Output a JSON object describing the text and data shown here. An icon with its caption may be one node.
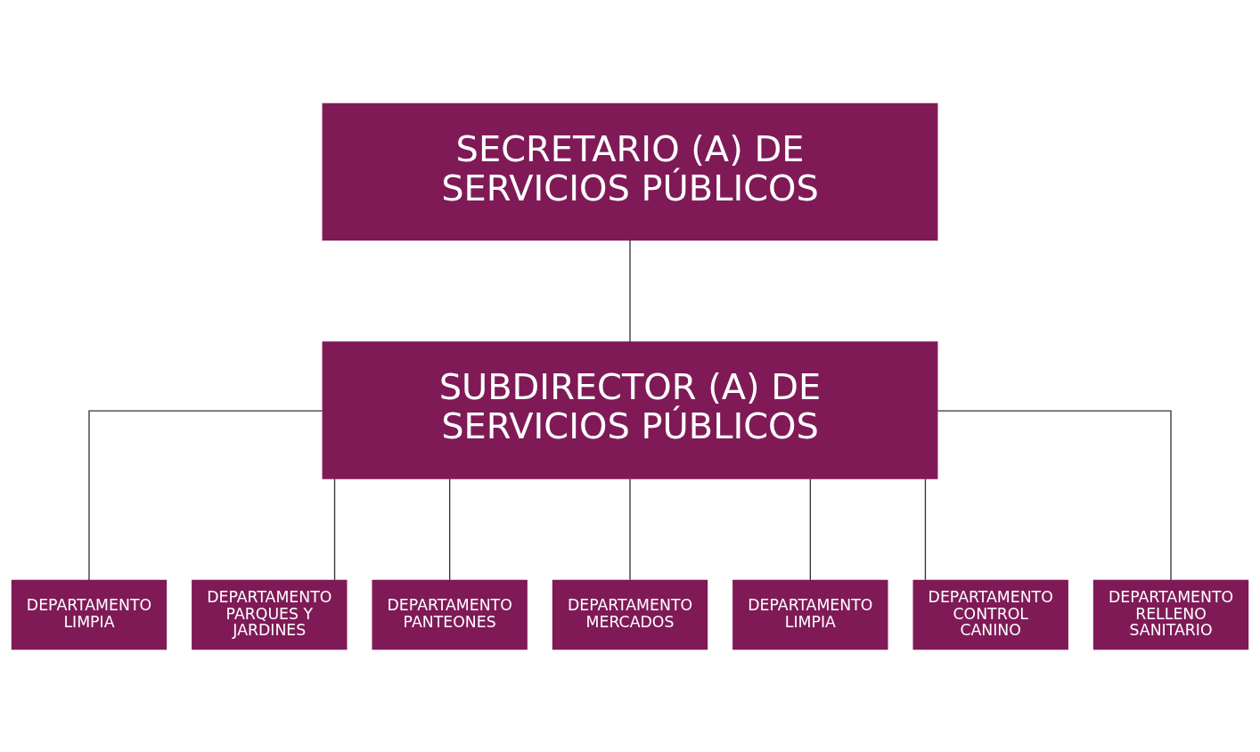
{
  "diagram": {
    "nodes": [
      {
        "text": [
          "SECRETARIO (A) DE SERVICIOS PÚBLICOS"
        ]
      },
      {
        "text": [
          "SUBDIRECTOR (A) DE SERVICIOS PÚBLICOS"
        ]
      },
      {
        "text": [
          "DEPARTAMENTO LIMPIA"
        ]
      },
      {
        "text": [
          "DEPARTAMENTO PARQUES Y JARDINES"
        ]
      },
      {
        "text": [
          "DEPARTAMENTO PANTEONES"
        ]
      },
      {
        "text": [
          "DEPARTAMENTO MERCADOS"
        ]
      },
      {
        "text": [
          "DEPARTAMENTO LIMPIA"
        ]
      },
      {
        "text": [
          "DEPARTAMENTO CONTROL CANINO"
        ]
      },
      {
        "text": [
          "DEPARTAMENTO RELLENO SANITARIO"
        ]
      }
    ],
    "edges": [
      {
        "from": 0,
        "to": 1,
        "arrow": "none"
      },
      {
        "from": 1,
        "to": 2,
        "arrow": "none"
      },
      {
        "from": 1,
        "to": 3,
        "arrow": "none"
      },
      {
        "from": 1,
        "to": 4,
        "arrow": "none"
      },
      {
        "from": 1,
        "to": 5,
        "arrow": "none"
      },
      {
        "from": 1,
        "to": 6,
        "arrow": "none"
      },
      {
        "from": 1,
        "to": 7,
        "arrow": "none"
      },
      {
        "from": 1,
        "to": 8,
        "arrow": "none"
      }
    ]
  }
}
